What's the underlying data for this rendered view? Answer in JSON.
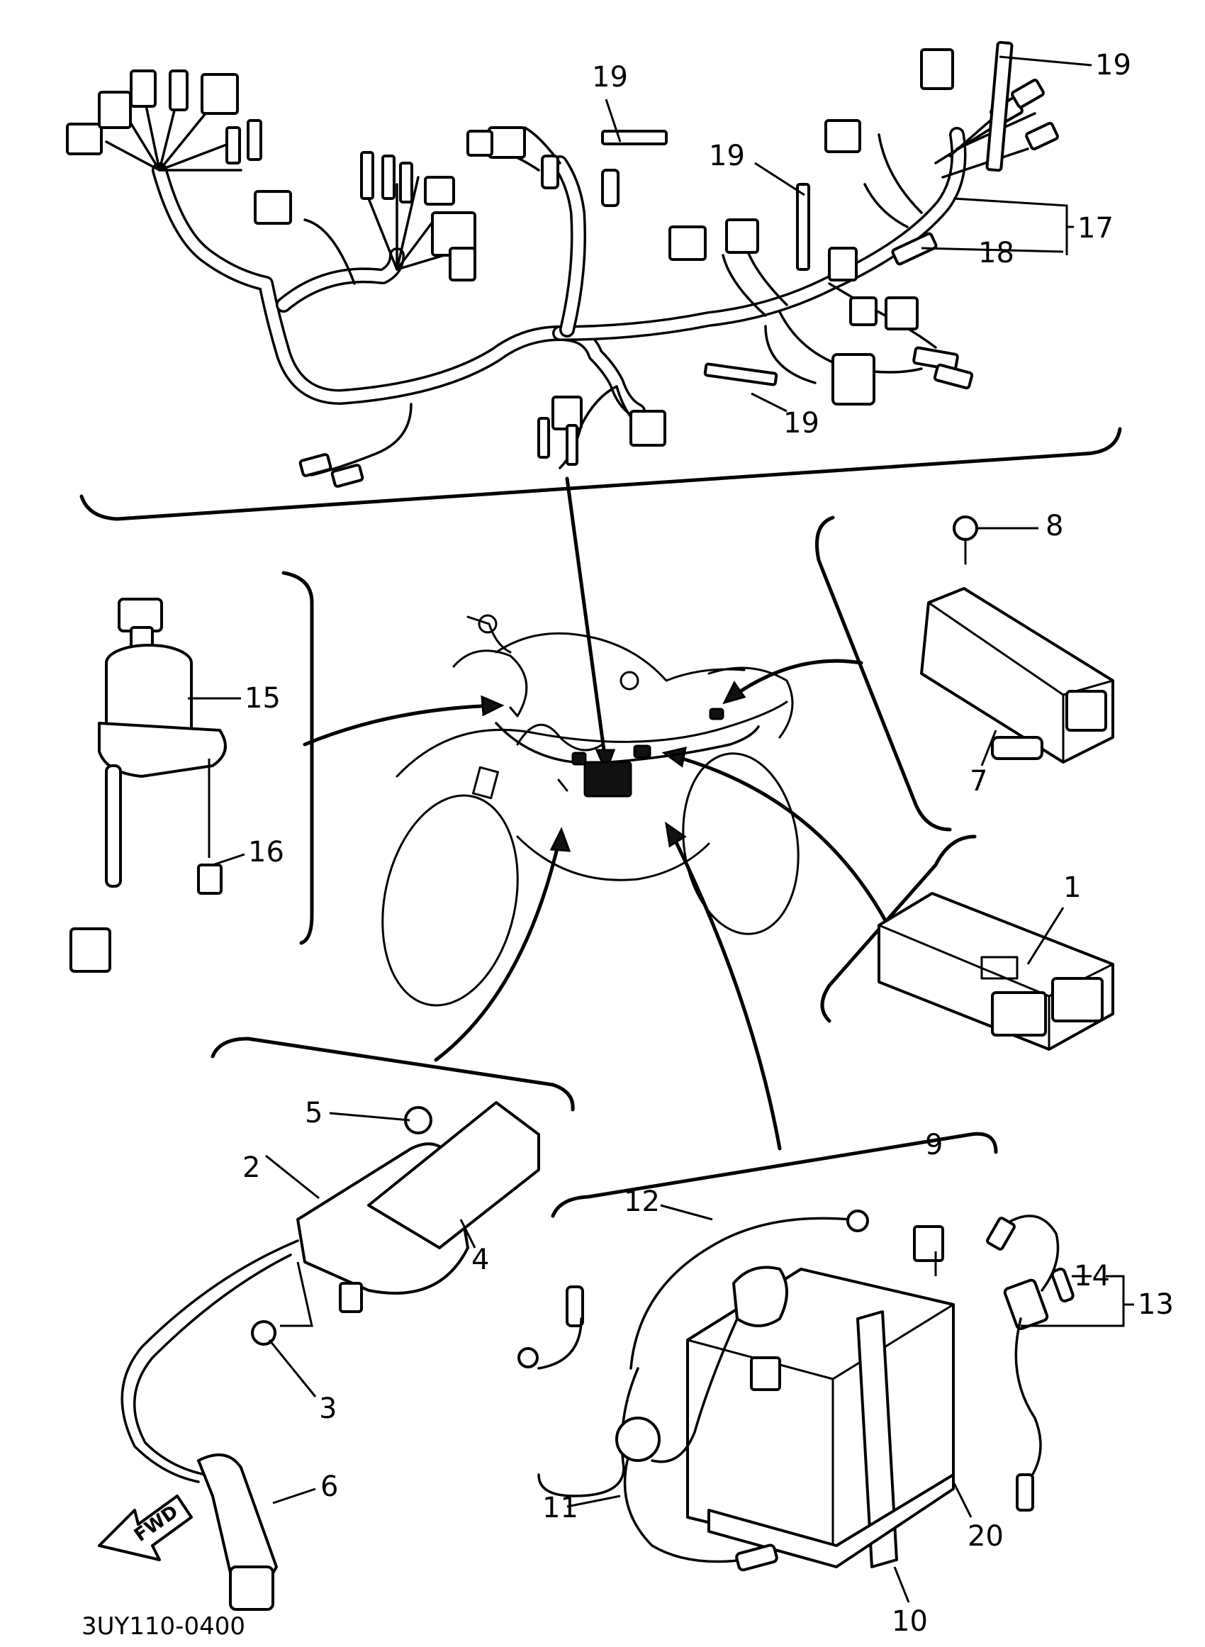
{
  "diagram_code": "3UY110-0400",
  "fwd_label": "FWD",
  "callouts": [
    {
      "id": "1",
      "text": "1"
    },
    {
      "id": "2",
      "text": "2"
    },
    {
      "id": "3",
      "text": "3"
    },
    {
      "id": "4",
      "text": "4"
    },
    {
      "id": "5",
      "text": "5"
    },
    {
      "id": "6",
      "text": "6"
    },
    {
      "id": "7",
      "text": "7"
    },
    {
      "id": "8",
      "text": "8"
    },
    {
      "id": "9",
      "text": "9"
    },
    {
      "id": "10",
      "text": "10"
    },
    {
      "id": "11",
      "text": "11"
    },
    {
      "id": "12",
      "text": "12"
    },
    {
      "id": "13",
      "text": "13"
    },
    {
      "id": "14",
      "text": "14"
    },
    {
      "id": "15",
      "text": "15"
    },
    {
      "id": "16",
      "text": "16"
    },
    {
      "id": "17",
      "text": "17"
    },
    {
      "id": "18",
      "text": "18"
    },
    {
      "id": "19a",
      "text": "19"
    },
    {
      "id": "19b",
      "text": "19"
    },
    {
      "id": "19c",
      "text": "19"
    },
    {
      "id": "19d",
      "text": "19"
    },
    {
      "id": "20",
      "text": "20"
    }
  ]
}
